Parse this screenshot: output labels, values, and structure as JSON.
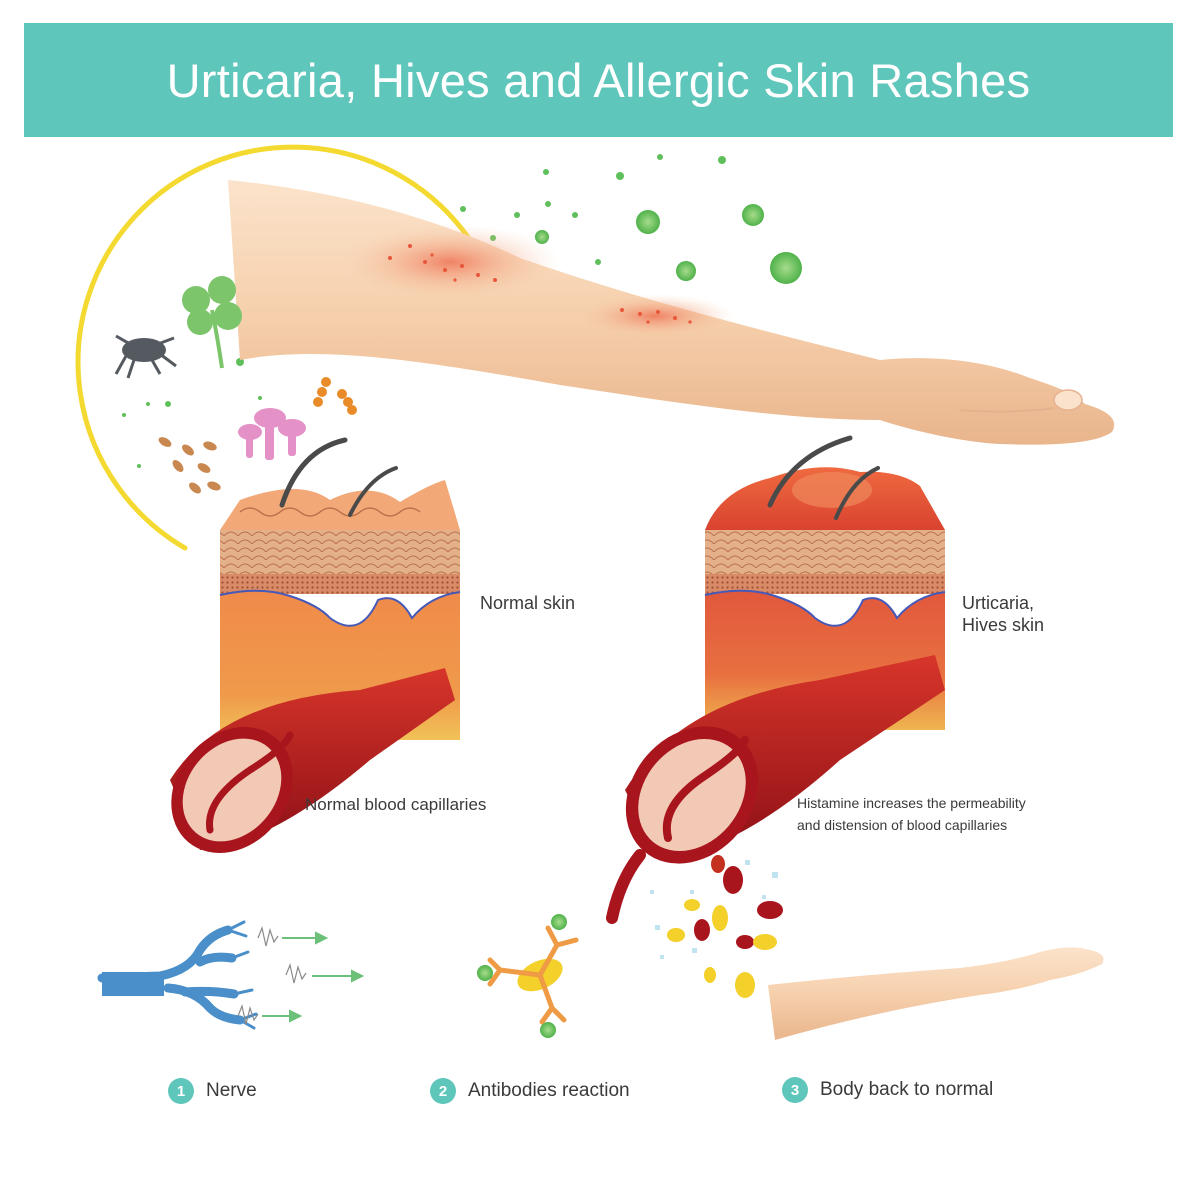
{
  "title": "Urticaria, Hives and Allergic Skin Rashes",
  "labels": {
    "normal_skin": "Normal skin",
    "hives_skin_line1": "Urticaria,",
    "hives_skin_line2": "Hives skin",
    "normal_capillaries": "Normal blood capillaries",
    "histamine_line1": "Histamine increases the permeability",
    "histamine_line2": "and distension of blood capillaries"
  },
  "steps": [
    {
      "number": "1",
      "label": "Nerve"
    },
    {
      "number": "2",
      "label": "Antibodies reaction"
    },
    {
      "number": "3",
      "label": "Body back to normal"
    }
  ],
  "colors": {
    "banner": "#5fc6bb",
    "skin": "#f7d3b3",
    "rash": "#e8573a",
    "dermis": "#e9843f",
    "vessel": "#a8151c",
    "nerve": "#4a8fc9",
    "pollen": "#5fbf5a",
    "sun_arc": "#f3d51a"
  }
}
